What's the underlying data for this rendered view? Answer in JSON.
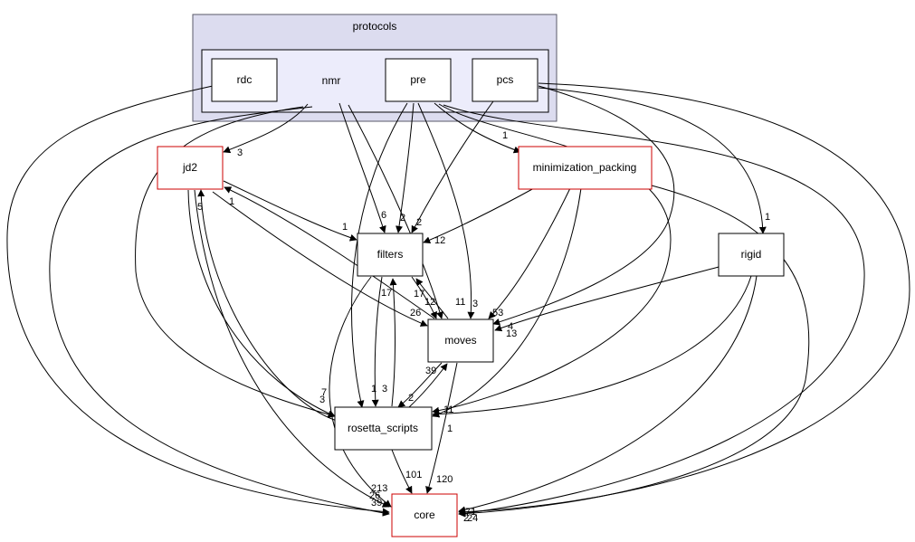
{
  "clusters": {
    "outer_label": "protocols",
    "inner_label": "nmr"
  },
  "nodes": {
    "rdc": "rdc",
    "pre": "pre",
    "pcs": "pcs",
    "jd2": "jd2",
    "minimization_packing": "minimization_packing",
    "filters": "filters",
    "rigid": "rigid",
    "moves": "moves",
    "rosetta_scripts": "rosetta_scripts",
    "core": "core"
  },
  "edge_labels": {
    "nmr_jd2": "3",
    "pre_minpack": "1",
    "pcs_rigid": "1",
    "jd2_filters": "1",
    "nmr_filters": "6",
    "pre_filters": "2",
    "pcs_filters": "2",
    "minpack_filters": "12",
    "jd2_core": "5",
    "jd2_back": "1",
    "filters_moves_a": "17",
    "filters_moves_b": "12",
    "jd2_moves": "26",
    "filters_rs_a": "1",
    "filters_rs_b": "3",
    "filters_back": "17",
    "nmr_moves": "11",
    "pre_moves": "3",
    "pcs_moves": "53",
    "rigid_moves_a": "4",
    "rigid_moves_b": "13",
    "rs_moves": "39",
    "moves_rs": "2",
    "rs_back_a": "11",
    "rs_back_b": "1",
    "jd2_rs_a": "7",
    "jd2_rs_b": "3",
    "rs_core": "101",
    "moves_core": "120",
    "core_left_a": "213",
    "core_left_b": "26",
    "core_left_c": "39",
    "core_right_a": "71",
    "core_right_b": "24",
    "core_right_c": "2"
  },
  "colors": {
    "normal_border": "#000000",
    "highlight_border": "#cc0000",
    "cluster_outer_fill": "#dcdcef",
    "cluster_inner_fill": "#ececfb"
  }
}
